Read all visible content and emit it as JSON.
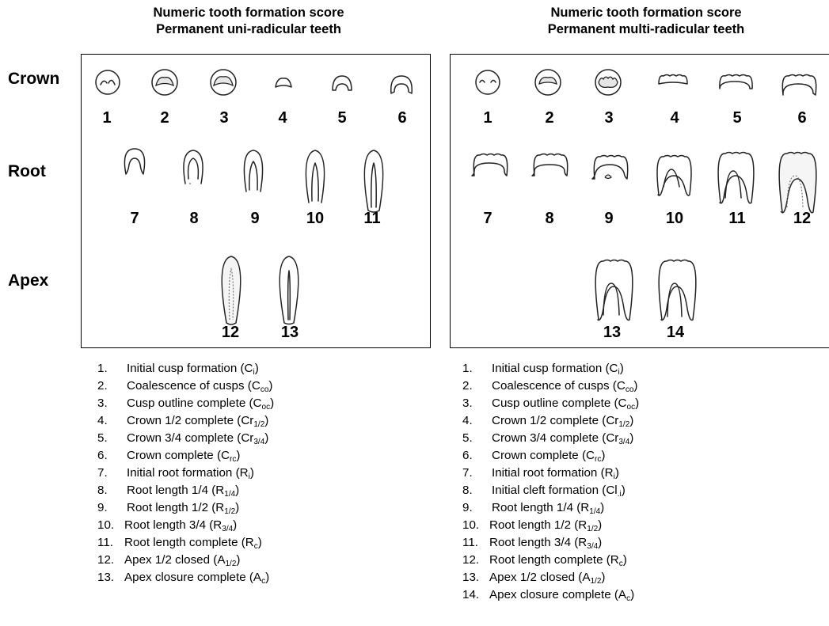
{
  "left_panel": {
    "title_line1": "Numeric tooth formation score",
    "title_line2": "Permanent uni-radicular teeth",
    "stage_numbers": [
      "1",
      "2",
      "3",
      "4",
      "5",
      "6",
      "7",
      "8",
      "9",
      "10",
      "11",
      "12",
      "13"
    ],
    "legend": [
      {
        "num": "1.",
        "text": "Initial cusp formation (C",
        "sub": "i",
        "end": ")"
      },
      {
        "num": "2.",
        "text": "Coalescence of cusps (C",
        "sub": "co",
        "end": ")"
      },
      {
        "num": "3.",
        "text": "Cusp outline complete (C",
        "sub": "oc",
        "end": ")"
      },
      {
        "num": "4.",
        "text": "Crown 1/2 complete (Cr",
        "sub": "1/2",
        "end": ")"
      },
      {
        "num": "5.",
        "text": "Crown 3/4 complete (Cr",
        "sub": "3/4",
        "end": ")"
      },
      {
        "num": "6.",
        "text": "Crown complete (C",
        "sub": "rc",
        "end": ")"
      },
      {
        "num": "7.",
        "text": "Initial root formation (R",
        "sub": "i",
        "end": ")"
      },
      {
        "num": "8.",
        "text": "Root length 1/4 (R",
        "sub": "1/4",
        "end": ")"
      },
      {
        "num": "9.",
        "text": "Root length 1/2 (R",
        "sub": "1/2",
        "end": ")"
      },
      {
        "num": "10.",
        "text": "Root length 3/4 (R",
        "sub": "3/4",
        "end": ")"
      },
      {
        "num": "11.",
        "text": "Root length complete (R",
        "sub": "c",
        "end": ")"
      },
      {
        "num": "12.",
        "text": "Apex 1/2 closed (A",
        "sub": "1/2",
        "end": ")"
      },
      {
        "num": "13.",
        "text": "Apex closure complete (A",
        "sub": "c",
        "end": ")"
      }
    ]
  },
  "right_panel": {
    "title_line1": "Numeric tooth formation score",
    "title_line2": "Permanent multi-radicular teeth",
    "stage_numbers": [
      "1",
      "2",
      "3",
      "4",
      "5",
      "6",
      "7",
      "8",
      "9",
      "10",
      "11",
      "12",
      "13",
      "14"
    ],
    "legend": [
      {
        "num": "1.",
        "text": "Initial cusp formation (C",
        "sub": "i",
        "end": ")"
      },
      {
        "num": "2.",
        "text": "Coalescence of cusps (C",
        "sub": "co",
        "end": ")"
      },
      {
        "num": "3.",
        "text": "Cusp outline complete (C",
        "sub": "oc",
        "end": ")"
      },
      {
        "num": "4.",
        "text": "Crown 1/2 complete (Cr",
        "sub": "1/2",
        "end": ")"
      },
      {
        "num": "5.",
        "text": "Crown 3/4 complete (Cr",
        "sub": "3/4",
        "end": ")"
      },
      {
        "num": "6.",
        "text": "Crown complete (C",
        "sub": "rc",
        "end": ")"
      },
      {
        "num": "7.",
        "text": "Initial root formation (R",
        "sub": "i",
        "end": ")"
      },
      {
        "num": "8.",
        "text": "Initial cleft formation (Cl",
        "sub": ".i",
        "end": ")"
      },
      {
        "num": "9.",
        "text": "Root length 1/4 (R",
        "sub": "1/4",
        "end": ")"
      },
      {
        "num": "10.",
        "text": "Root length 1/2 (R",
        "sub": "1/2",
        "end": ")"
      },
      {
        "num": "11.",
        "text": "Root length 3/4 (R",
        "sub": "3/4",
        "end": ")"
      },
      {
        "num": "12.",
        "text": "Root length complete (R",
        "sub": "c",
        "end": ")"
      },
      {
        "num": "13.",
        "text": "Apex 1/2 closed (A",
        "sub": "1/2",
        "end": ")"
      },
      {
        "num": "14.",
        "text": "Apex closure complete (A",
        "sub": "c",
        "end": ")"
      }
    ]
  },
  "row_labels": {
    "crown": "Crown",
    "root": "Root",
    "apex": "Apex"
  },
  "icons": {
    "uni": [
      "cusp-initial-icon",
      "cusp-coalescence-icon",
      "cusp-outline-icon",
      "crown-half-icon",
      "crown-three-quarter-icon",
      "crown-complete-icon",
      "root-initial-icon",
      "root-quarter-icon",
      "root-half-icon",
      "root-three-quarter-icon",
      "root-complete-icon",
      "apex-half-closed-icon",
      "apex-closed-icon"
    ],
    "multi": [
      "cusp-initial-icon",
      "cusp-coalescence-icon",
      "cusp-outline-icon",
      "crown-half-icon",
      "crown-three-quarter-icon",
      "crown-complete-icon",
      "root-initial-icon",
      "cleft-initial-icon",
      "root-quarter-icon",
      "root-half-icon",
      "root-three-quarter-icon",
      "root-complete-icon",
      "apex-half-closed-icon",
      "apex-closed-icon"
    ]
  }
}
